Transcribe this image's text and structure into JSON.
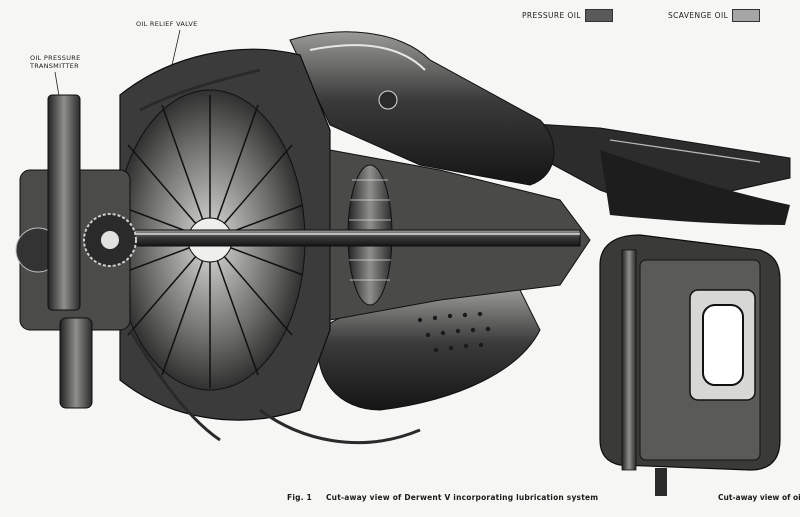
{
  "legend": {
    "pressure": {
      "label": "PRESSURE OIL",
      "color": "#5a5a5a"
    },
    "scavenge": {
      "label": "SCAVENGE OIL",
      "color": "#a6a6a6"
    }
  },
  "callouts": {
    "relief_valve": "OIL RELIEF VALVE",
    "transmitter_line1": "OIL PRESSURE",
    "transmitter_line2": "TRANSMITTER"
  },
  "caption": {
    "fig": "Fig. 1",
    "main": "Cut-away view of Derwent V incorporating lubrication system",
    "tank": "Cut-away view of oil tank"
  }
}
